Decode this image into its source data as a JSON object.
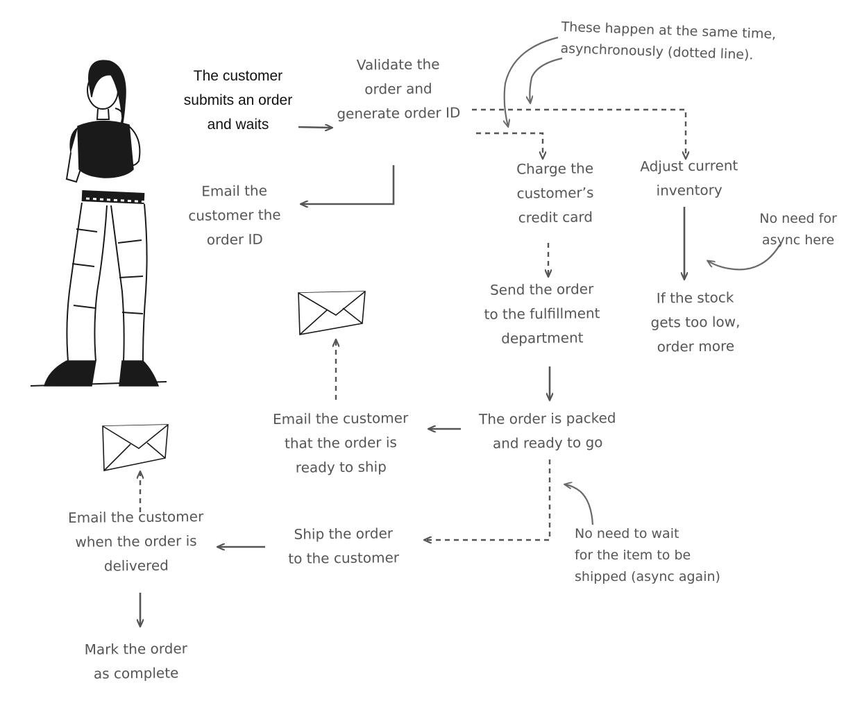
{
  "nodes": {
    "customer_submits": "The customer\nsubmits an order\nand waits",
    "validate": "Validate the\norder and\ngenerate order ID",
    "email_order_id": "Email the\ncustomer the\norder ID",
    "charge_card": "Charge the\ncustomer’s\ncredit card",
    "adjust_inventory": "Adjust current\ninventory",
    "reorder_stock": "If the stock\ngets too low,\norder more",
    "send_fulfillment": "Send the order\nto the fulfillment\ndepartment",
    "packed": "The order is packed\nand ready to go",
    "email_ready": "Email the customer\nthat the order is\nready to ship",
    "ship": "Ship the order\nto the customer",
    "email_delivered": "Email the customer\nwhen the order is\ndelivered",
    "mark_complete": "Mark the order\nas complete"
  },
  "notes": {
    "async_same_time": "These happen at the same time,\nasynchronously (dotted line).",
    "no_async_here": "No need for\nasync here",
    "no_wait_ship": "No need to wait\nfor the item to be\nshipped (async again)"
  },
  "icons": [
    "envelope-icon",
    "envelope-icon",
    "woman-illustration"
  ],
  "colors": {
    "handwriting": "#555555",
    "printed_text": "#111111",
    "illustration_ink": "#1a1a1a"
  }
}
